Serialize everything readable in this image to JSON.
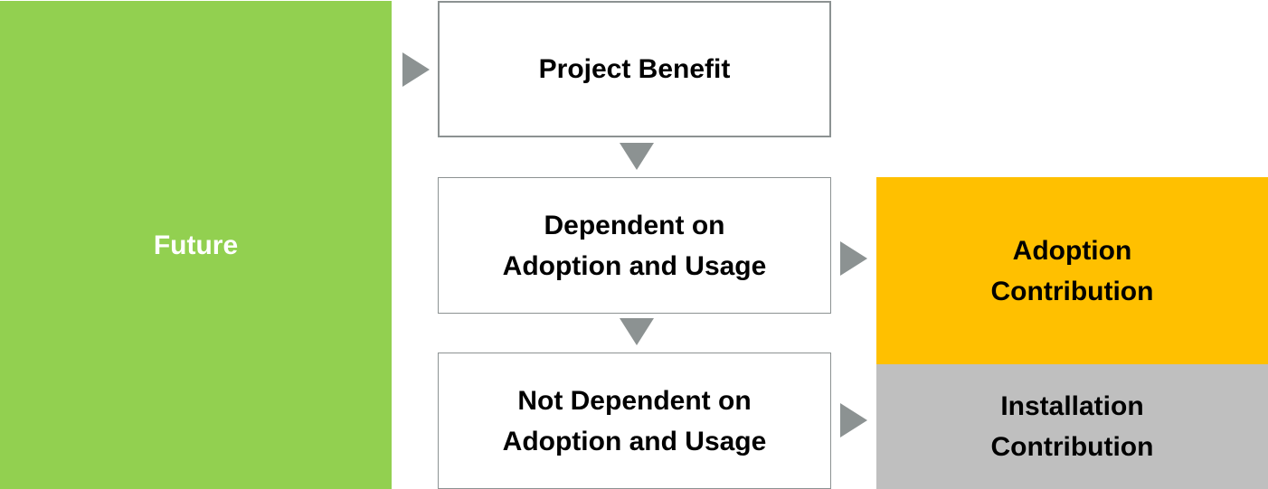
{
  "diagram": {
    "future": {
      "label": "Future",
      "color": "#92d050"
    },
    "flow": [
      {
        "label": "Project Benefit"
      },
      {
        "label": "Dependent on\nAdoption and Usage"
      },
      {
        "label": "Not Dependent on\nAdoption and Usage"
      }
    ],
    "contributions": [
      {
        "label": "Adoption\nContribution",
        "color": "#ffc000"
      },
      {
        "label": "Installation\nContribution",
        "color": "#bfbfbf"
      }
    ],
    "arrow_color": "#8c9292"
  }
}
